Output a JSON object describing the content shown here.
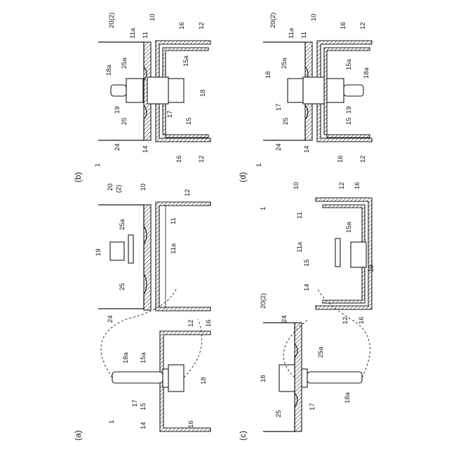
{
  "panels": {
    "a": {
      "label": "(a)",
      "labels": [
        "1",
        "20",
        "(2)",
        "10",
        "12",
        "11",
        "11a",
        "25a",
        "19",
        "25",
        "24",
        "14",
        "15",
        "17",
        "15a",
        "18a",
        "18",
        "16",
        "12",
        "16"
      ]
    },
    "b": {
      "label": "(b)",
      "labels": [
        "20(2)",
        "10",
        "16",
        "12",
        "11a",
        "11",
        "15a",
        "25a",
        "18a",
        "19",
        "17",
        "18",
        "25",
        "15",
        "24",
        "14",
        "16",
        "12",
        "1"
      ]
    },
    "c": {
      "label": "(c)",
      "labels": [
        "1",
        "10",
        "12",
        "16",
        "11",
        "11a",
        "15a",
        "15",
        "14",
        "19",
        "12",
        "16",
        "20(2)",
        "24",
        "25a",
        "18",
        "25",
        "17",
        "18a"
      ]
    },
    "d": {
      "label": "(d)",
      "labels": [
        "20(2)",
        "10",
        "16",
        "12",
        "11a",
        "11",
        "25a",
        "15a",
        "18",
        "18a",
        "17",
        "19",
        "25",
        "15",
        "24",
        "14",
        "16",
        "12",
        "1"
      ]
    }
  }
}
